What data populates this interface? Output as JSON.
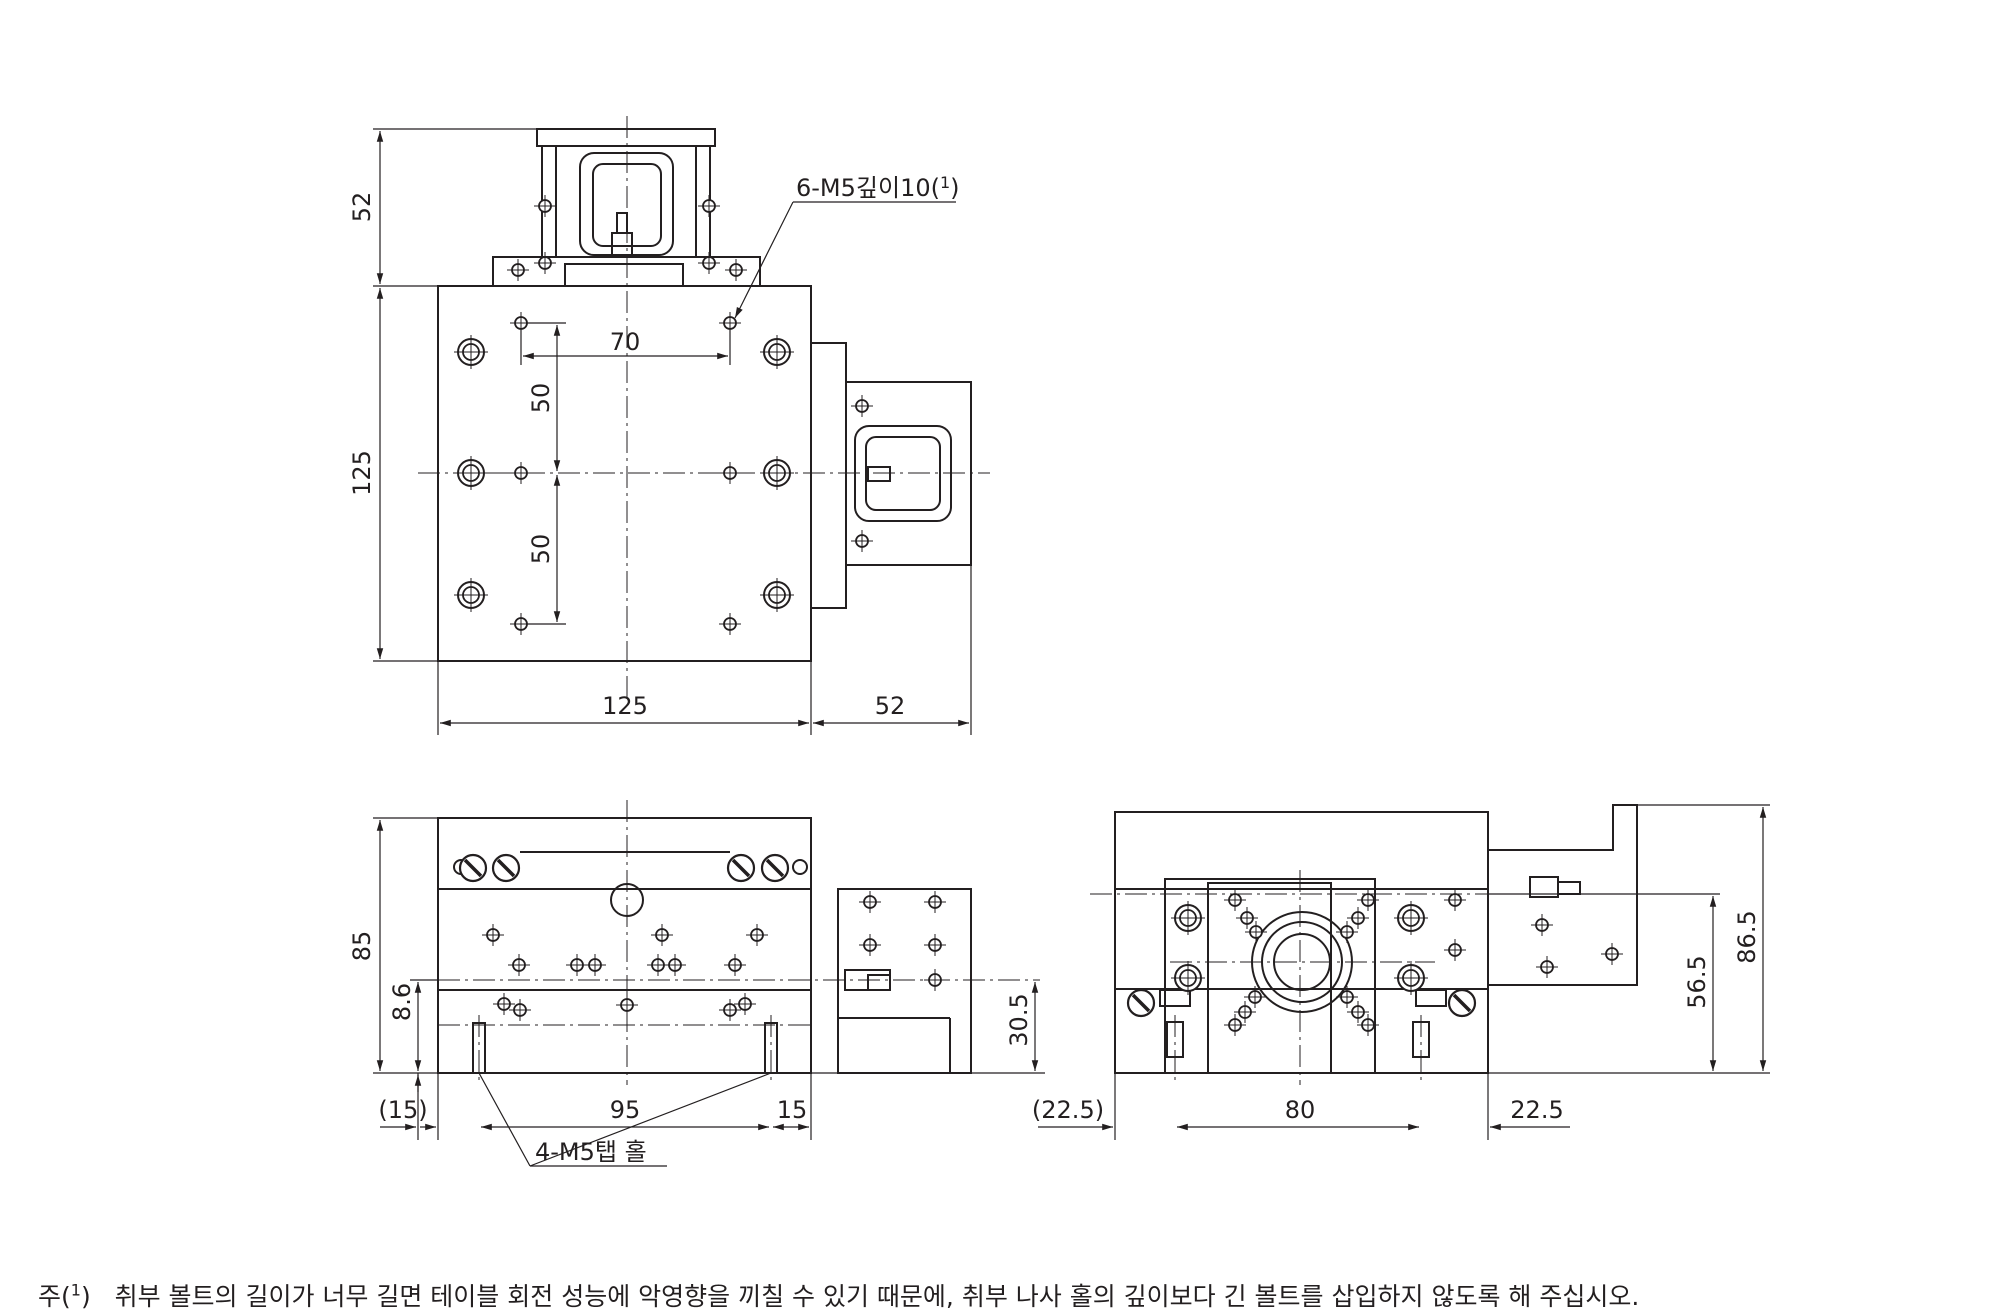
{
  "dimensions": {
    "top_view": {
      "overall_height_extra": "52",
      "table_height": "125",
      "hole_spacing_x": "70",
      "hole_spacing_y_upper": "50",
      "hole_spacing_y_lower": "50",
      "table_width": "125",
      "knob_width": "52"
    },
    "front_view": {
      "height": "85",
      "offset_small": "8.6",
      "offset_right": "30.5",
      "left_offset": "(15)",
      "tap_spacing": "95",
      "right_offset": "15"
    },
    "side_view": {
      "left_offset": "(22.5)",
      "tap_spacing": "80",
      "right_offset": "22.5",
      "knob_height": "56.5",
      "overall_height": "86.5"
    }
  },
  "callouts": {
    "mount_holes": "6-M5깊이10(",
    "mount_holes_sup": "1",
    "mount_holes_end": ")",
    "tap_holes": "4-M5탭 홀"
  },
  "footnote": {
    "prefix": "주(",
    "sup": "1",
    "suffix": ")",
    "text": "취부 볼트의 길이가 너무 길면 테이블 회전 성능에 악영향을 끼칠 수 있기 때문에, 취부 나사 홀의 깊이보다 긴 볼트를 삽입하지 않도록 해 주십시오."
  },
  "colors": {
    "line": "#231f20",
    "fill": "#ffffff"
  }
}
